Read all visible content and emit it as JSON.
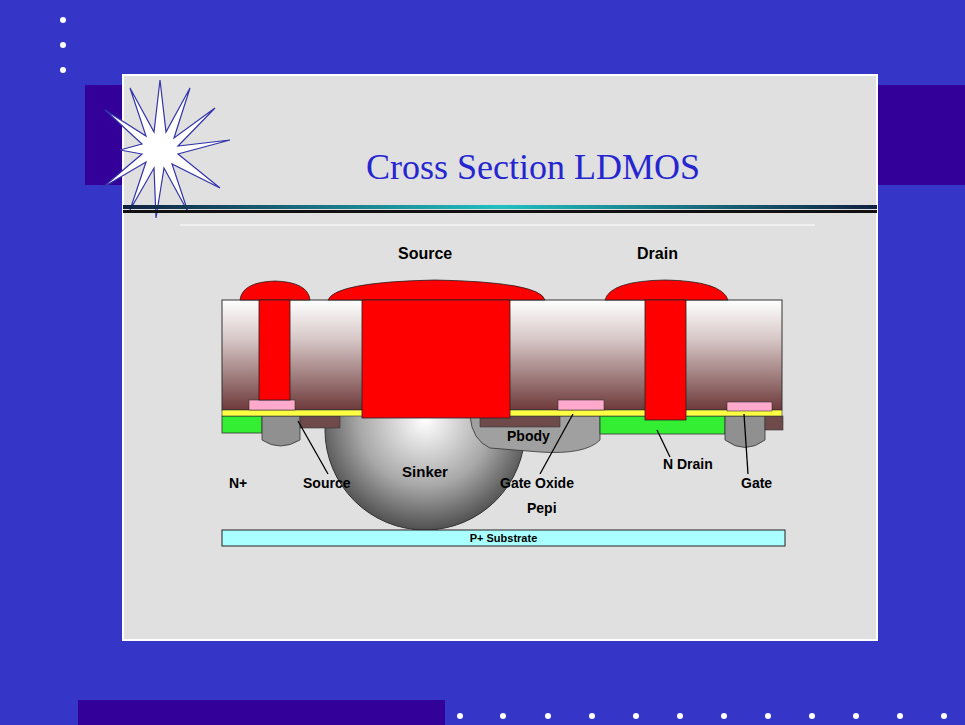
{
  "diagram": {
    "title": "Cross Section LDMOS",
    "nodes": [
      {
        "text": [
          "Sinker"
        ]
      },
      {
        "text": [
          "P+ Substrate"
        ]
      }
    ],
    "labels": [
      "Source",
      "Drain",
      "N+",
      "Source",
      "Gate Oxide",
      "Pbody",
      "N Drain",
      "Gate",
      "Pepi"
    ]
  }
}
